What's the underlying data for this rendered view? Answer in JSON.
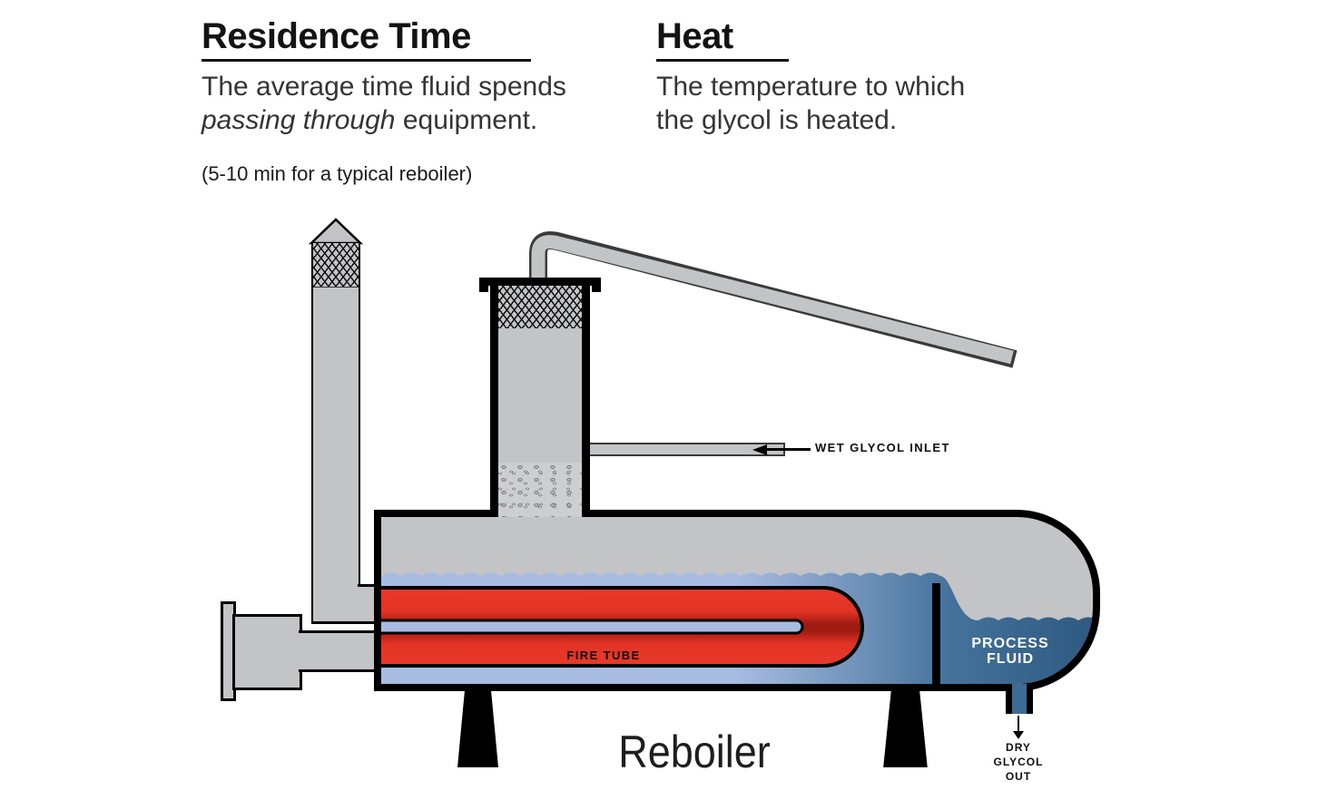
{
  "definitions": {
    "residence": {
      "title": "Residence Time",
      "line1": "The average time fluid spends",
      "italic": "passing through",
      "rest": " equipment.",
      "note": "(5-10 min for a typical reboiler)"
    },
    "heat": {
      "title": "Heat",
      "line1": "The temperature to which",
      "line2": "the glycol is heated."
    }
  },
  "diagram": {
    "title": "Reboiler",
    "labels": {
      "wet_glycol_inlet": "WET GLYCOL INLET",
      "fire_tube": "FIRE TUBE",
      "process_fluid_line1": "PROCESS",
      "process_fluid_line2": "FLUID",
      "dry_glycol_line1": "DRY",
      "dry_glycol_line2": "GLYCOL",
      "dry_glycol_line3": "OUT"
    },
    "colors": {
      "metal_gray": "#c3c4c6",
      "outline_black": "#000000",
      "fire_tube_red": "#e8392b",
      "fire_tube_dark_red": "#9f1a10",
      "glycol_light_blue": "#a8bce1",
      "process_fluid_blue": "#44729b",
      "process_fluid_dark_blue": "#2e5a80"
    }
  }
}
